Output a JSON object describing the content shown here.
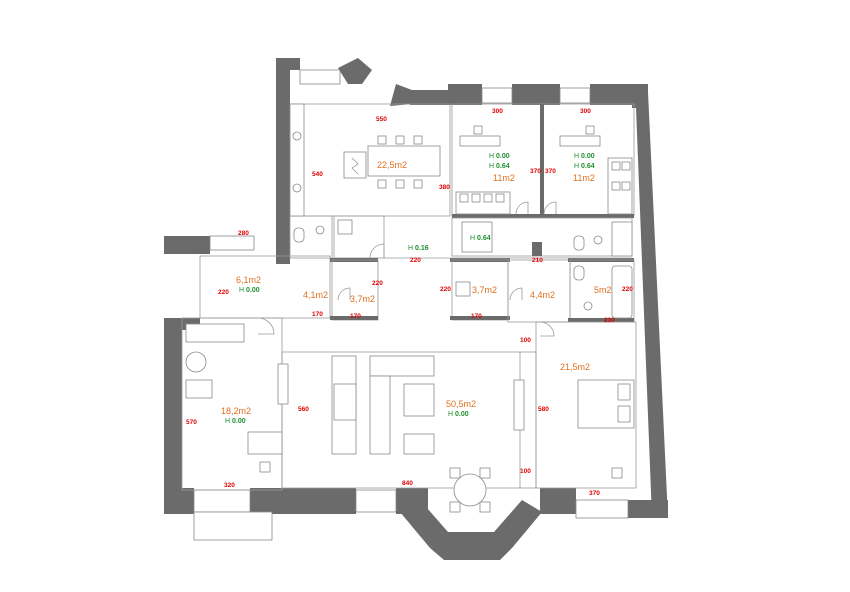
{
  "colors": {
    "wall": "#6b6b6b",
    "dimension": "#e00000",
    "area": "#e07020",
    "height": "#1f8f2e"
  },
  "dimensions": {
    "kitchen_top": "550",
    "kitchen_side": "540",
    "bed_left_top": "300",
    "bed_right_top": "300",
    "bed_left_side": "380",
    "bed_mid": "370",
    "bed_right_side": "370",
    "bath_top": "280",
    "hall_top": "220",
    "corr_right": "210",
    "room61_side": "220",
    "closet_left_side": "220",
    "closet_left_bottom": "170",
    "closet_left_bottom2": "170",
    "closet_right_side": "220",
    "closet_right_bottom": "170",
    "wc_right_side": "220",
    "wc_bottom": "230",
    "door_top": "100",
    "door_bottom": "100",
    "left_side": "570",
    "bottom_left": "320",
    "living_side": "560",
    "living_bottom": "840",
    "bed3_side": "580",
    "bed3_bottom": "370"
  },
  "areas": {
    "kitchen": "22,5m2",
    "bed_left": "11m2",
    "bed_right": "11m2",
    "room61": "6,1m2",
    "hall41": "4,1m2",
    "closet37a": "3,7m2",
    "closet37b": "3,7m2",
    "room44": "4,4m2",
    "bath5": "5m2",
    "room182": "18,2m2",
    "living": "50,5m2",
    "bed215": "21,5m2"
  },
  "heights": {
    "h_prefix": "H",
    "bed_left_1": "0.00",
    "bed_left_2": "0.64",
    "bed_right_1": "0.00",
    "bed_right_2": "0.64",
    "corridor_mid": "0.64",
    "hall": "0.16",
    "room61": "0.00",
    "room182": "0.00",
    "living": "0.00"
  }
}
